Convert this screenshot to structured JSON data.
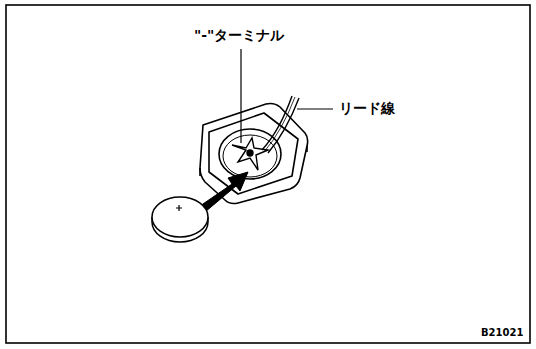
{
  "diagram": {
    "labels": [
      "\"-\"ターミナル",
      "リード線",
      "B21021"
    ]
  }
}
